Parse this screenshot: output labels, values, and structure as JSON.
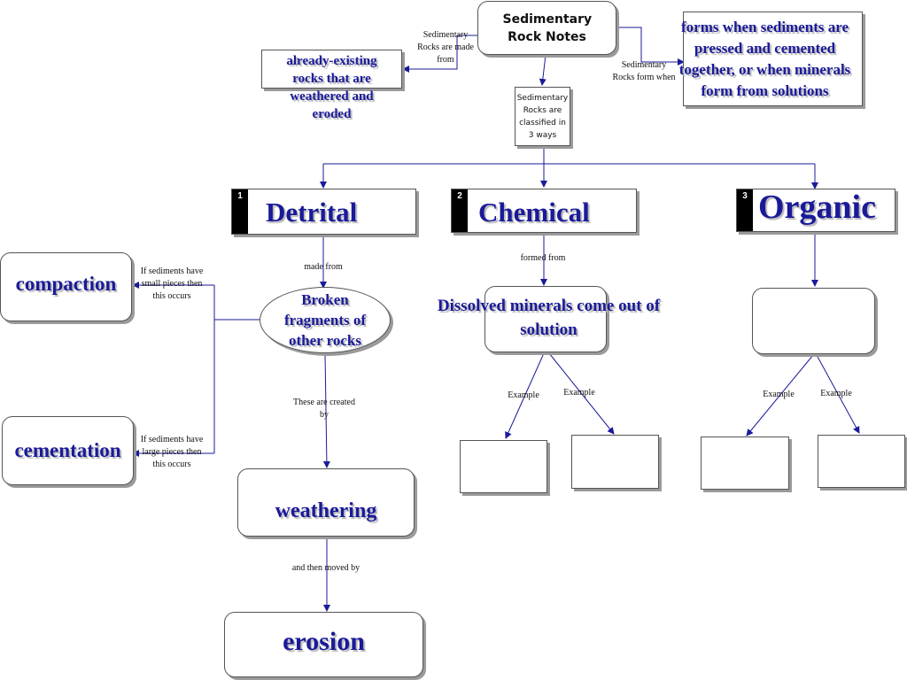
{
  "title": "Sedimentary Rock Notes",
  "made_from_label": "Sedimentary Rocks are made from",
  "made_from_text": "already-existing rocks that are weathered and eroded",
  "form_when_label": "Sedimentary Rocks form when",
  "form_when_text": "forms when sediments are pressed and cemented together, or when minerals form from solutions",
  "classified": "Sedimentary Rocks are classified in 3 ways",
  "categories": [
    {
      "number": "1",
      "name": "Detrital"
    },
    {
      "number": "2",
      "name": "Chemical"
    },
    {
      "number": "3",
      "name": "Organic"
    }
  ],
  "detrital": {
    "made_from_label": "made from",
    "fragments": "Broken fragments of other rocks",
    "created_by_label": "These are created by",
    "weathering": "weathering",
    "moved_by_label": "and then moved by",
    "erosion": "erosion",
    "small_label": "If sediments have small pieces then this occurs",
    "compaction": "compaction",
    "large_label": "If sediments have large pieces then this occurs",
    "cementation": "cementation"
  },
  "chemical": {
    "formed_from_label": "formed from",
    "dissolved": "Dissolved minerals come out of solution",
    "example_label": "Example"
  },
  "organic": {
    "example_label": "Example"
  }
}
